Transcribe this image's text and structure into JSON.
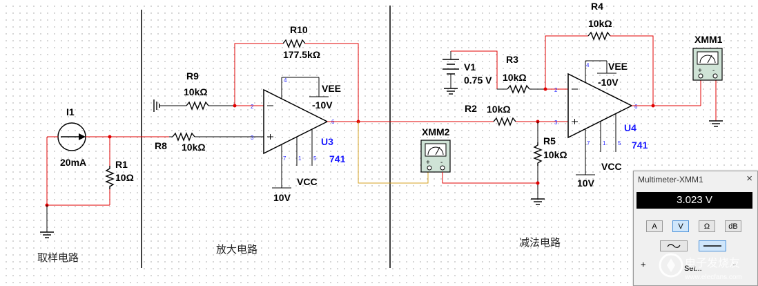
{
  "sections": {
    "sampling": "取样电路",
    "amplifier": "放大电路",
    "subtraction": "减法电路"
  },
  "components": {
    "I1": {
      "ref": "I1",
      "value": "20mA"
    },
    "R1": {
      "ref": "R1",
      "value": "10Ω"
    },
    "R8": {
      "ref": "R8",
      "value": "10kΩ"
    },
    "R9": {
      "ref": "R9",
      "value": "10kΩ"
    },
    "R10": {
      "ref": "R10",
      "value": "177.5kΩ"
    },
    "U3": {
      "ref": "U3",
      "model": "741",
      "vee": "VEE",
      "vee_value": "-10V",
      "vcc": "VCC",
      "vcc_value": "10V",
      "pins": {
        "p2": "2",
        "p3": "3",
        "p4": "4",
        "p6": "6",
        "p7": "7",
        "p1": "1",
        "p5": "5"
      }
    },
    "V1": {
      "ref": "V1",
      "value": "0.75 V"
    },
    "R3": {
      "ref": "R3",
      "value": "10kΩ"
    },
    "R2": {
      "ref": "R2",
      "value": "10kΩ"
    },
    "R4": {
      "ref": "R4",
      "value": "10kΩ"
    },
    "R5": {
      "ref": "R5",
      "value": "10kΩ"
    },
    "U4": {
      "ref": "U4",
      "model": "741",
      "vee": "VEE",
      "vee_value": "-10V",
      "vcc": "VCC",
      "vcc_value": "10V",
      "pins": {
        "p2": "2",
        "p3": "3",
        "p4": "4",
        "p6": "6",
        "p7": "7",
        "p1": "1",
        "p5": "5"
      }
    },
    "XMM1": {
      "ref": "XMM1"
    },
    "XMM2": {
      "ref": "XMM2"
    }
  },
  "multimeter": {
    "title": "Multimeter-XMM1",
    "close": "×",
    "reading": "3.023 V",
    "buttons": [
      "A",
      "V",
      "Ω",
      "dB"
    ],
    "active": "V",
    "plus": "+",
    "minus": "-",
    "set_label": "Set..."
  },
  "watermark": {
    "text": "电子发烧友",
    "url": "www.elecfans.com"
  },
  "colors": {
    "wire": "#e00000",
    "probe_wire": "#d4a020",
    "grid_dot": "#c9c9c9",
    "label_blue": "#1a1aff"
  }
}
